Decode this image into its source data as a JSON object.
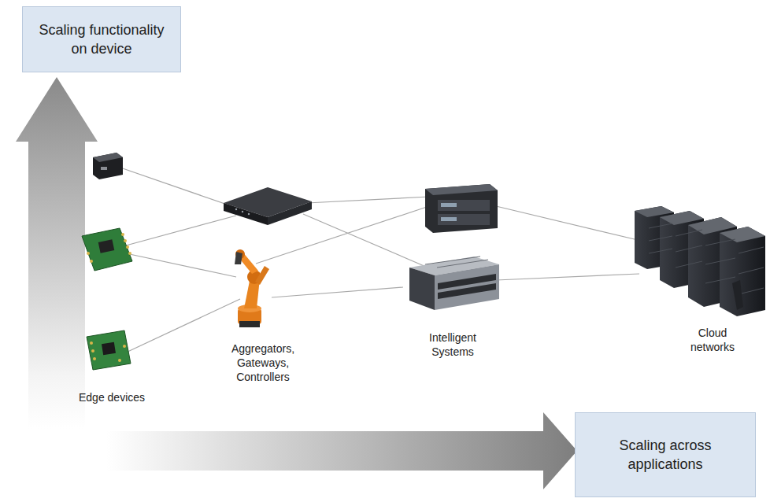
{
  "diagram": {
    "nodes": [
      {
        "text": [
          "Scaling functionality on device"
        ]
      },
      {
        "text": [
          "Scaling across applications"
        ]
      }
    ],
    "labels": [
      "Edge devices",
      "Aggregators, Gateways, Controllers",
      "Intelligent Systems",
      "Cloud networks"
    ]
  }
}
